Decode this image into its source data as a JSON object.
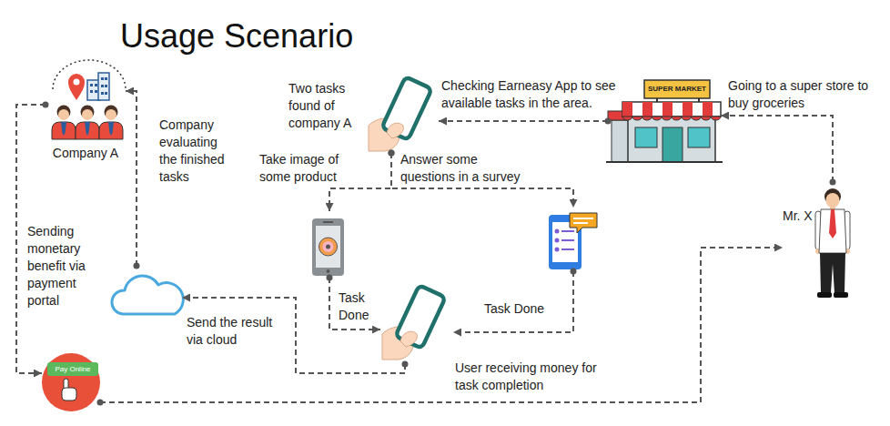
{
  "diagram": {
    "title": "Usage Scenario",
    "nodes": [
      {
        "text": [
          "Company A"
        ]
      },
      {
        "text": [
          "Two tasks found of company A"
        ]
      },
      {
        "text": [
          "SUPER MARKET"
        ]
      },
      {
        "text": [
          "Mr. X"
        ]
      },
      {
        "text": [
          "Take image of some product"
        ]
      },
      {
        "text": [
          "Answer some questions in a survey"
        ]
      },
      {
        "text": [
          "Send the result via cloud"
        ]
      },
      {
        "text": [
          "User receiving money for task completion"
        ]
      },
      {
        "text": [
          "Pay Online"
        ]
      }
    ],
    "edges": [
      {
        "from": 3,
        "to": 2,
        "label": "Going to a super store to buy groceries",
        "arrow": "to"
      },
      {
        "from": 2,
        "to": 1,
        "label": "Checking Earneasy App to see available tasks in the area.",
        "arrow": "to"
      },
      {
        "from": 1,
        "to": 4,
        "arrow": "to"
      },
      {
        "from": 1,
        "to": 5,
        "arrow": "to"
      },
      {
        "from": 4,
        "to": 7,
        "label": "Task Done",
        "arrow": "to"
      },
      {
        "from": 5,
        "to": 7,
        "label": "Task Done",
        "arrow": "to"
      },
      {
        "from": 7,
        "to": 6,
        "arrow": "to"
      },
      {
        "from": 6,
        "to": 0,
        "label": "Company evaluating the finished tasks",
        "arrow": "to"
      },
      {
        "from": 0,
        "to": 8,
        "label": "Sending monetary benefit via payment portal",
        "arrow": "to"
      },
      {
        "from": 8,
        "to": 3,
        "arrow": "to"
      }
    ]
  }
}
